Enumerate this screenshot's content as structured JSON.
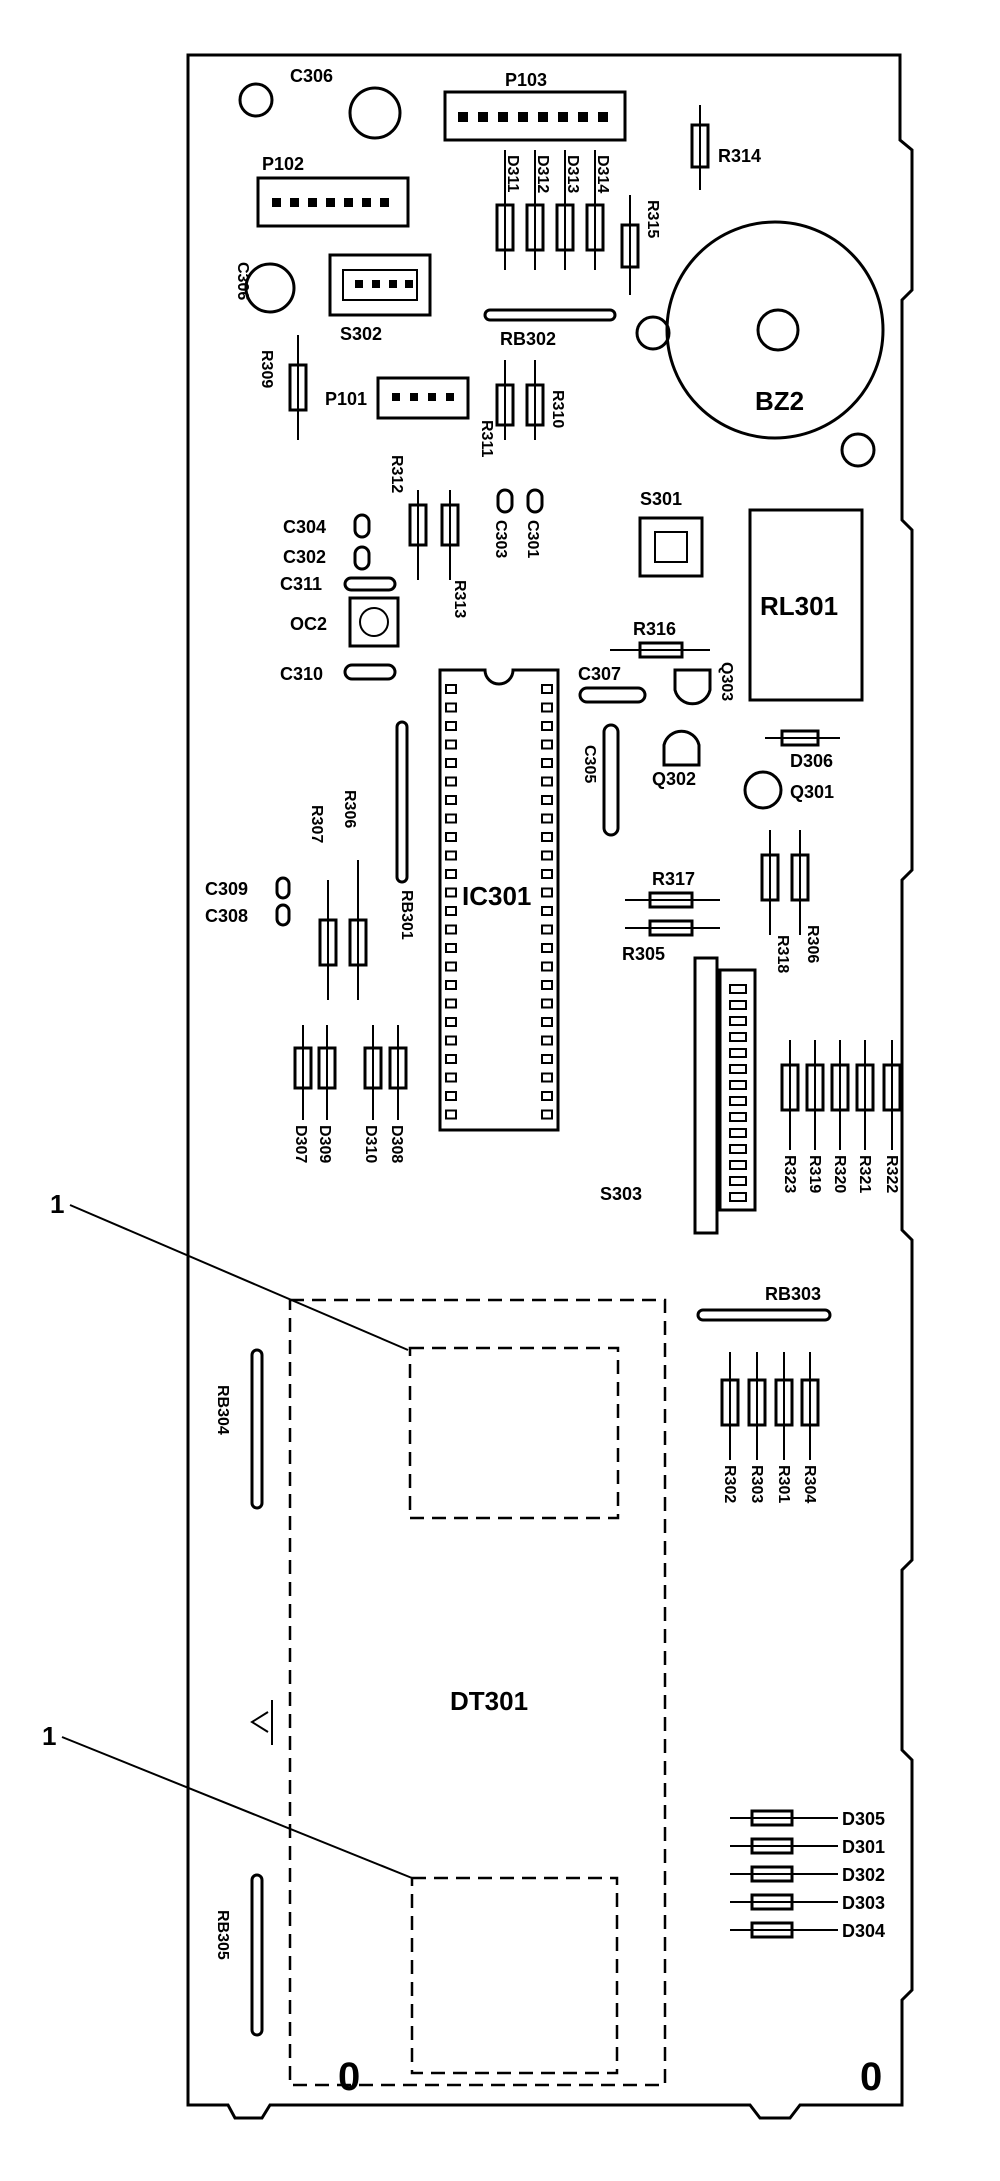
{
  "figure": {
    "callouts": [
      "1",
      "1"
    ],
    "board_outline_color": "#000000",
    "background_color": "#ffffff"
  },
  "labels": {
    "C306_top": "C306",
    "C306_left": "C306",
    "P103": "P103",
    "P102": "P102",
    "P101": "P101",
    "S302": "S302",
    "S301": "S301",
    "S303": "S303",
    "RB302": "RB302",
    "RB301": "RB301",
    "RB303": "RB303",
    "RB304": "RB304",
    "RB305": "RB305",
    "R314": "R314",
    "R315": "R315",
    "R309": "R309",
    "R310": "R310",
    "R311": "R311",
    "R312": "R312",
    "R313": "R313",
    "R316_top": "R316",
    "R317": "R317",
    "R305": "R305",
    "R318": "R318",
    "R306_right": "R306",
    "R306_left": "R306",
    "R307": "R307",
    "R323": "R323",
    "R319": "R319",
    "R320": "R320",
    "R321": "R321",
    "R322": "R322",
    "R302": "R302",
    "R303": "R303",
    "R301": "R301",
    "R304": "R304",
    "BZ2": "BZ2",
    "RL301": "RL301",
    "IC301": "IC301",
    "DT301": "DT301",
    "OC2": "OC2",
    "C301": "C301",
    "C303": "C303",
    "C304": "C304",
    "C302": "C302",
    "C311": "C311",
    "C310": "C310",
    "C307": "C307",
    "C305": "C305",
    "C309": "C309",
    "C308": "C308",
    "Q301": "Q301",
    "Q302": "Q302",
    "Q303": "Q303",
    "D311": "D311",
    "D312": "D312",
    "D313": "D313",
    "D314": "D314",
    "D306": "D306",
    "D307": "D307",
    "D309": "D309",
    "D310": "D310",
    "D308": "D308",
    "D305": "D305",
    "D301": "D301",
    "D302": "D302",
    "D303": "D303",
    "D304": "D304",
    "mount_left": "0",
    "mount_right": "0"
  }
}
